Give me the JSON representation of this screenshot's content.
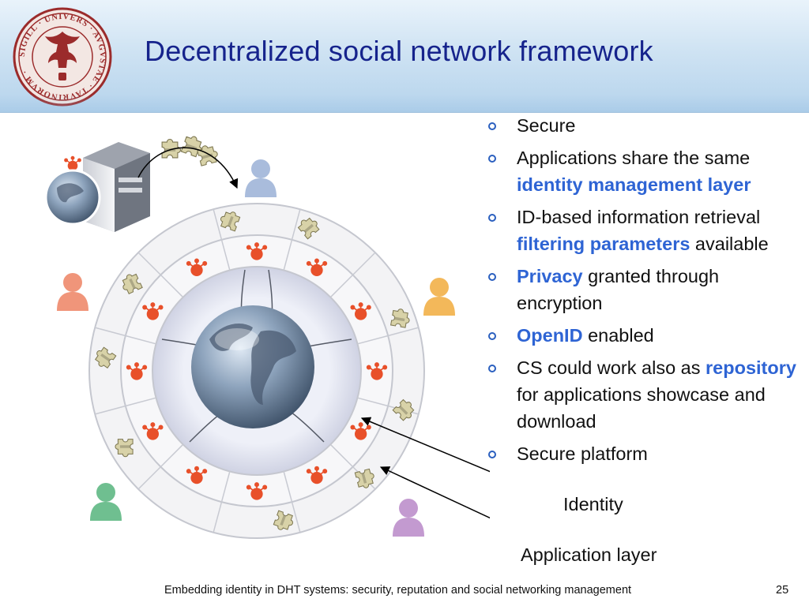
{
  "slide": {
    "title": "Decentralized social network framework",
    "seal_text": "SIGILL · UNIVERS · AVGVSTAE · TAVRINORVM ·"
  },
  "bullets": [
    {
      "parts": [
        {
          "text": "Secure",
          "hl": false
        }
      ]
    },
    {
      "parts": [
        {
          "text": "Applications share the same ",
          "hl": false
        },
        {
          "text": "identity management layer",
          "hl": true
        }
      ]
    },
    {
      "parts": [
        {
          "text": "ID-based information retrieval ",
          "hl": false
        },
        {
          "text": "filtering parameters",
          "hl": true
        },
        {
          "text": " available",
          "hl": false
        }
      ]
    },
    {
      "parts": [
        {
          "text": "Privacy",
          "hl": true
        },
        {
          "text": " granted through encryption",
          "hl": false
        }
      ]
    },
    {
      "parts": [
        {
          "text": "OpenID",
          "hl": true
        },
        {
          "text": " enabled",
          "hl": false
        }
      ]
    },
    {
      "parts": [
        {
          "text": "CS could work also as ",
          "hl": false
        },
        {
          "text": "repository",
          "hl": true
        },
        {
          "text": " for applications showcase and download",
          "hl": false
        }
      ]
    },
    {
      "parts": [
        {
          "text": "Secure platform",
          "hl": false
        }
      ]
    }
  ],
  "callouts": {
    "identity": "Identity",
    "application_layer": "Application layer"
  },
  "footer": {
    "text": "Embedding identity in DHT systems: security, reputation and social networking management",
    "page": "25"
  },
  "colors": {
    "title": "#16238c",
    "highlight": "#2e64d4",
    "bullet": "#2a5fbf",
    "identity_mark": "#e8502a"
  },
  "icons": {
    "server": "server-icon",
    "globe": "globe-icon",
    "identity": "identity-icon",
    "application": "puzzle-piece-icon",
    "user": "user-icon"
  }
}
